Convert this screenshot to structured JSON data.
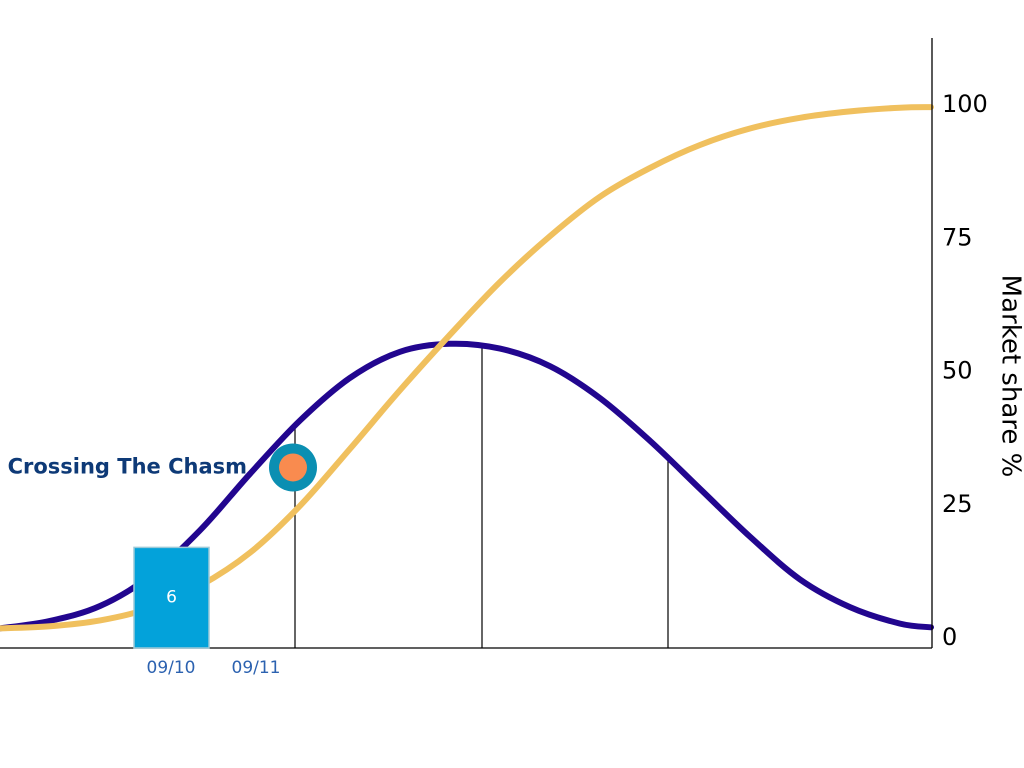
{
  "chart_data": {
    "type": "line",
    "ylabel": "Market share %",
    "ylim": [
      0,
      113
    ],
    "y_ticks": [
      0,
      25,
      50,
      75,
      100
    ],
    "y_tick_labels": [
      "0",
      "25",
      "50",
      "75",
      "100"
    ],
    "y_axis_position": "right",
    "grid": false,
    "series": [
      {
        "kind": "bell",
        "color": "#22068f",
        "x": [
          0,
          50,
          100,
          150,
          200,
          250,
          300,
          350,
          400,
          450,
          500,
          550,
          600,
          650,
          700,
          750,
          800,
          850,
          900,
          931
        ],
        "y": [
          1.8,
          3.2,
          6.0,
          11.6,
          20.2,
          30.8,
          40.8,
          48.8,
          53.7,
          55.2,
          54.3,
          51.0,
          45.0,
          37.0,
          28.0,
          19.0,
          11.0,
          5.8,
          2.7,
          2.0
        ]
      },
      {
        "kind": "s-curve",
        "color": "#f0c05e",
        "x": [
          0,
          50,
          100,
          150,
          200,
          250,
          300,
          350,
          400,
          450,
          500,
          550,
          600,
          650,
          700,
          750,
          800,
          850,
          900,
          931
        ],
        "y": [
          1.8,
          2.2,
          3.3,
          5.6,
          9.8,
          16.0,
          24.8,
          35.5,
          46.5,
          56.9,
          66.8,
          75.4,
          82.8,
          88.2,
          92.5,
          95.6,
          97.6,
          98.8,
          99.5,
          99.6
        ]
      }
    ],
    "vertical_lines_x": [
      295,
      482,
      668
    ],
    "annotations": {
      "chasm": {
        "text": "Crossing The Chasm",
        "x": 293,
        "y": 32,
        "ring_color": "#0b8fb2",
        "fill_color": "#f98b4f",
        "text_color": "#0e3a77"
      },
      "marker": {
        "text": "6",
        "x_from": 134,
        "x_to": 209,
        "y_top": 17,
        "color": "#03a2da"
      },
      "date_labels": [
        {
          "text": "09/10",
          "x": 171
        },
        {
          "text": "09/11",
          "x": 256
        }
      ],
      "date_label_color": "#2c62b0"
    }
  }
}
